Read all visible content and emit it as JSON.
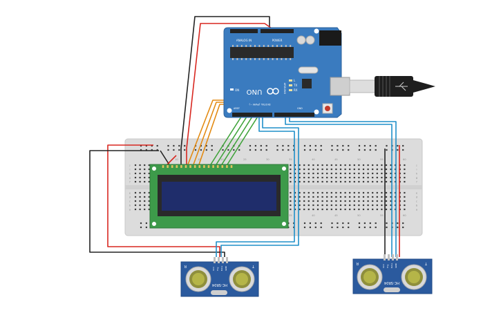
{
  "colors": {
    "background": "#ffffff",
    "breadboard": "#dcdcdc",
    "arduino_board": "#3a7bbf",
    "lcd_pcb": "#3d9a4a",
    "lcd_screen": "#1f2d6b",
    "sensor_pcb": "#2b5a9e",
    "wire_red": "#d8261f",
    "wire_black": "#222222",
    "wire_orange": "#e38a12",
    "wire_green": "#3fa33a",
    "wire_blue": "#1f8fc9"
  },
  "arduino": {
    "model": "UNO",
    "brand_label": "ARDUINO",
    "header_analog": "ANALOG IN",
    "header_power": "POWER",
    "header_digital": "DIGITAL (PWM ~)",
    "label_on": "ON",
    "label_tx": "TX",
    "label_rx": "RX",
    "label_l": "L",
    "label_aref": "AREF",
    "label_gnd": "GND"
  },
  "sensors": [
    {
      "model": "HC-SR04",
      "left_mark": "R",
      "right_mark": "T",
      "pins": [
        "VCC",
        "Trig",
        "Echo",
        "GND"
      ]
    },
    {
      "model": "HC-SR04",
      "left_mark": "R",
      "right_mark": "T",
      "pins": [
        "VCC",
        "Trig",
        "Echo",
        "GND"
      ]
    }
  ],
  "breadboard": {
    "column_numbers": [
      "10",
      "15",
      "20",
      "25",
      "30",
      "35",
      "40",
      "45",
      "50",
      "55",
      "60"
    ],
    "row_letters_top": [
      "j",
      "i",
      "h",
      "g",
      "f"
    ],
    "row_letters_bottom": [
      "e",
      "d",
      "c",
      "b",
      "a"
    ]
  },
  "icons": {
    "usb": "usb-cable-icon",
    "infinity": "arduino-infinity-logo-icon",
    "reset": "reset-button-icon"
  }
}
